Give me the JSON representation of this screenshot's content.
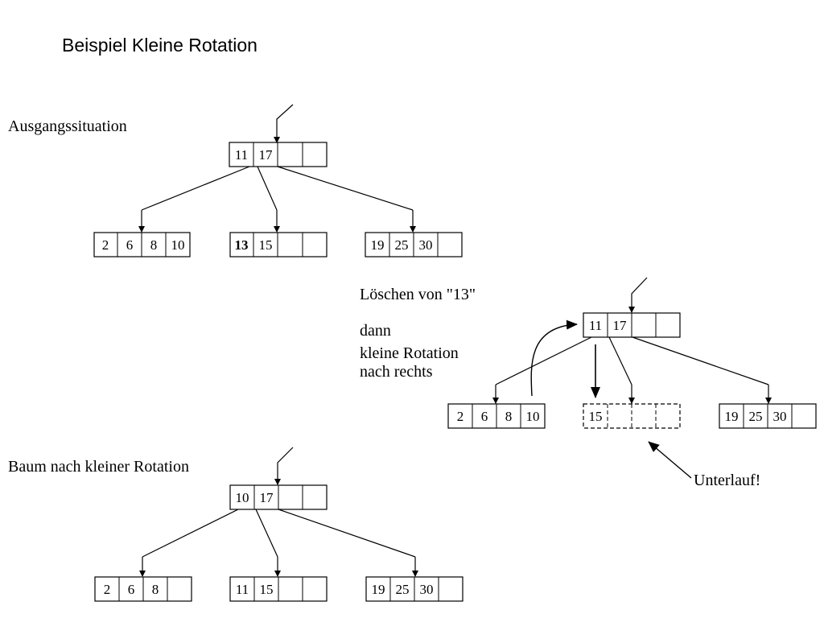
{
  "title": "Beispiel Kleine Rotation",
  "sections": {
    "initial": "Ausgangssituation",
    "delete": "Löschen von \"13\"",
    "then": "dann",
    "rotation_line1": "kleine Rotation",
    "rotation_line2": "nach rechts",
    "after": "Baum nach kleiner Rotation",
    "underflow": "Unterlauf!"
  },
  "trees": {
    "initial": {
      "root": [
        "11",
        "17",
        "",
        ""
      ],
      "left": [
        "2",
        "6",
        "8",
        "10"
      ],
      "middle": [
        "13",
        "15",
        "",
        ""
      ],
      "right": [
        "19",
        "25",
        "30",
        ""
      ]
    },
    "deletion": {
      "root": [
        "11",
        "17",
        "",
        ""
      ],
      "left": [
        "2",
        "6",
        "8",
        "10"
      ],
      "middle": [
        "15",
        "",
        "",
        ""
      ],
      "right": [
        "19",
        "25",
        "30",
        ""
      ]
    },
    "after": {
      "root": [
        "10",
        "17",
        "",
        ""
      ],
      "left": [
        "2",
        "6",
        "8",
        ""
      ],
      "middle": [
        "11",
        "15",
        "",
        ""
      ],
      "right": [
        "19",
        "25",
        "30",
        ""
      ]
    }
  }
}
